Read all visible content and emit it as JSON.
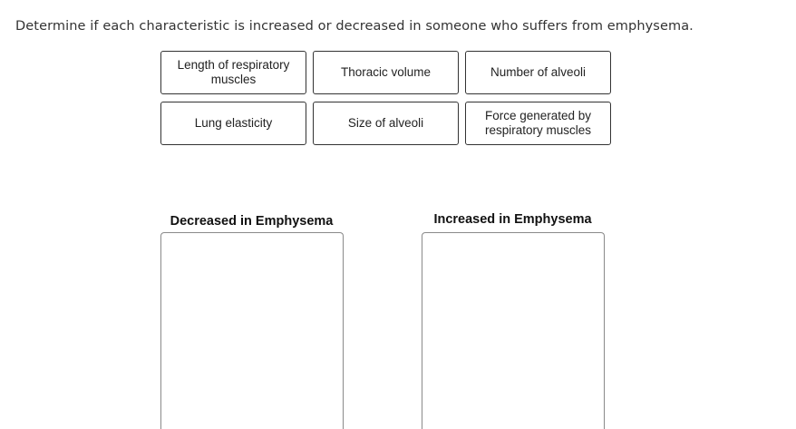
{
  "question": {
    "prompt": "Determine if each characteristic is increased or decreased in someone who suffers from emphysema."
  },
  "bank": {
    "items": [
      {
        "label": "Length of respiratory muscles"
      },
      {
        "label": "Thoracic volume"
      },
      {
        "label": "Number of alveoli"
      },
      {
        "label": "Lung elasticity"
      },
      {
        "label": "Size of alveoli"
      },
      {
        "label": "Force generated by respiratory muscles"
      }
    ]
  },
  "zones": {
    "decreased": {
      "label": "Decreased in Emphysema"
    },
    "increased": {
      "label": "Increased in Emphysema"
    }
  }
}
